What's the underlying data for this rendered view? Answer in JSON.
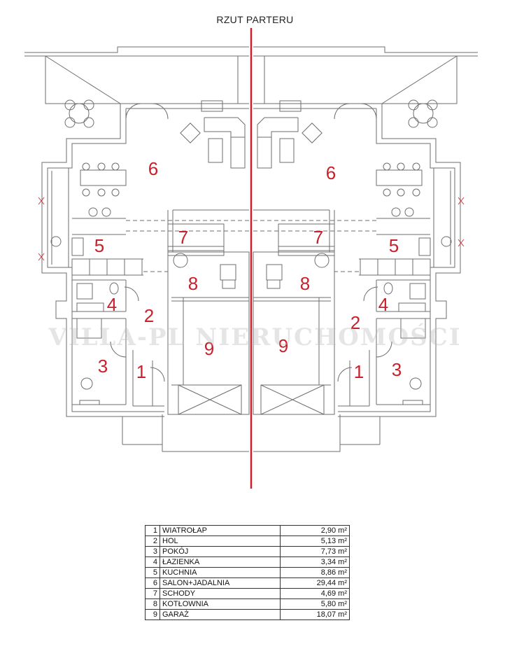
{
  "title": "RZUT PARTERU",
  "watermark": "VILLA-PL NIERUCHOMOŚCI",
  "colors": {
    "room_number": "#c8212b",
    "axis_line": "#c8212b",
    "walls": "#6e6e6e",
    "furniture": "#444444"
  },
  "room_labels": {
    "left": [
      "6",
      "5",
      "7",
      "8",
      "4",
      "2",
      "9",
      "3",
      "1"
    ],
    "right": [
      "6",
      "5",
      "7",
      "8",
      "4",
      "2",
      "9",
      "3",
      "1"
    ]
  },
  "legend": [
    {
      "num": "1",
      "name": "WIATROŁAP",
      "area": "2,90 m²"
    },
    {
      "num": "2",
      "name": "HOL",
      "area": "5,13 m²"
    },
    {
      "num": "3",
      "name": "POKÓJ",
      "area": "7,73 m²"
    },
    {
      "num": "4",
      "name": "ŁAZIENKA",
      "area": "3,34 m²"
    },
    {
      "num": "5",
      "name": "KUCHNIA",
      "area": "8,86 m²"
    },
    {
      "num": "6",
      "name": "SALON+JADALNIA",
      "area": "29,44 m²"
    },
    {
      "num": "7",
      "name": "SCHODY",
      "area": "4,69 m²"
    },
    {
      "num": "8",
      "name": "KOTŁOWNIA",
      "area": "5,80 m²"
    },
    {
      "num": "9",
      "name": "GARAŻ",
      "area": "18,07 m²"
    }
  ]
}
